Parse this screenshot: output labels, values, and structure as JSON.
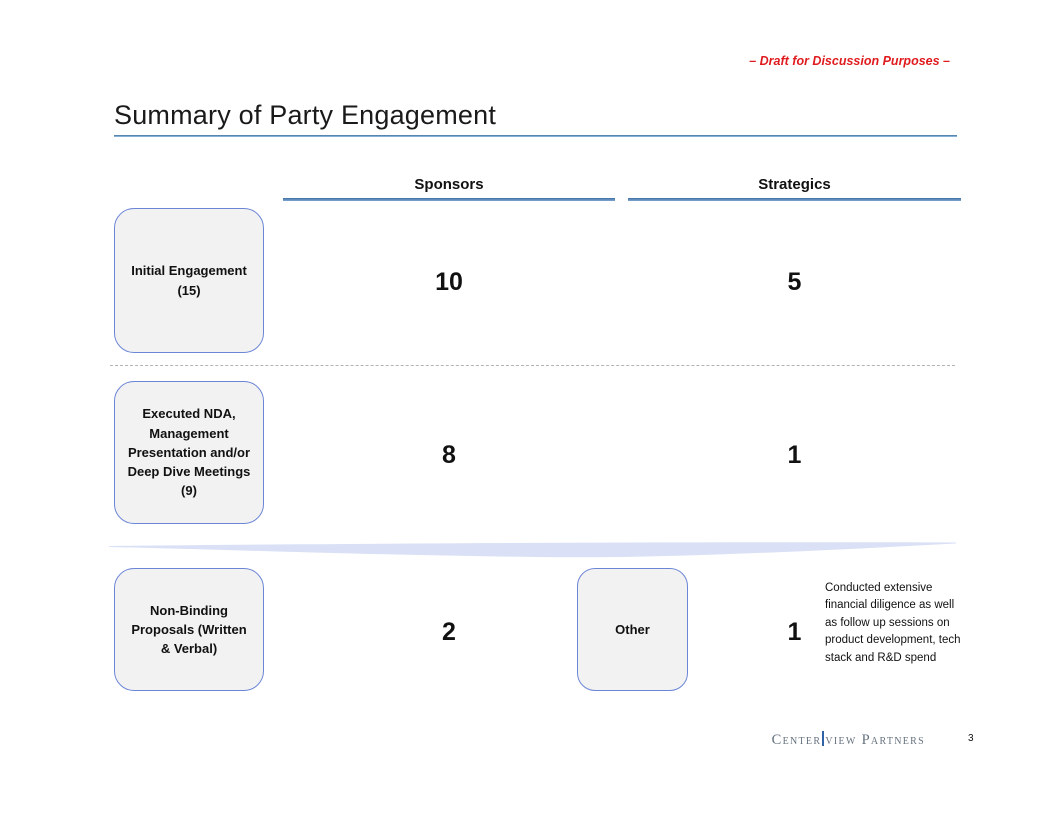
{
  "slide": {
    "draft_notice": "– Draft for Discussion Purposes –",
    "title": "Summary of Party Engagement",
    "page_number": "3",
    "logo": {
      "part1": "Center",
      "part2": "view",
      "part3": " Partners"
    }
  },
  "columns": [
    {
      "label": "Sponsors"
    },
    {
      "label": "Strategics"
    }
  ],
  "rows": [
    {
      "stage": "Initial Engagement (15)",
      "sponsors": "10",
      "strategics": "5"
    },
    {
      "stage": "Executed NDA, Management Presentation and/or Deep Dive Meetings (9)",
      "sponsors": "8",
      "strategics": "1"
    },
    {
      "stage": "Non-Binding Proposals (Written & Verbal)",
      "sponsors": "2",
      "strategics": "1",
      "other_label": "Other",
      "annotation": "Conducted extensive financial diligence as well as follow up sessions on product development, tech stack and R&D spend"
    }
  ],
  "colors": {
    "draft_red": "#e01b1e",
    "box_border_blue": "#6c86d6",
    "box_fill_gray": "#f2f2f2",
    "header_rule_blue": "#3e6fa6",
    "swoosh_blue": "#dae1f6",
    "logo_gray_blue": "#66727f",
    "logo_bar_blue": "#2f62a7"
  }
}
